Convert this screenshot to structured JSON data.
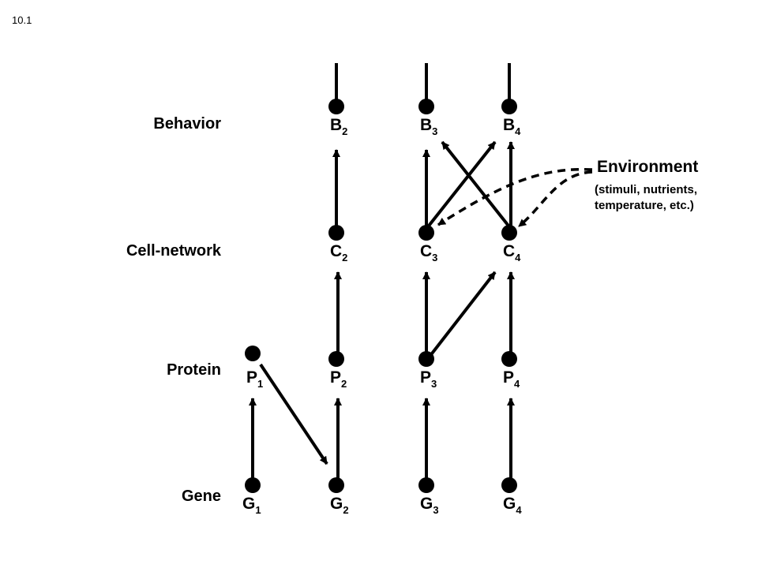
{
  "page_number": "10.1",
  "levels": {
    "behavior": "Behavior",
    "cell_network": "Cell-network",
    "protein": "Protein",
    "gene": "Gene"
  },
  "nodes": {
    "B2": {
      "letter": "B",
      "index": "2"
    },
    "B3": {
      "letter": "B",
      "index": "3"
    },
    "B4": {
      "letter": "B",
      "index": "4"
    },
    "C2": {
      "letter": "C",
      "index": "2"
    },
    "C3": {
      "letter": "C",
      "index": "3"
    },
    "C4": {
      "letter": "C",
      "index": "4"
    },
    "P1": {
      "letter": "P",
      "index": "1"
    },
    "P2": {
      "letter": "P",
      "index": "2"
    },
    "P3": {
      "letter": "P",
      "index": "3"
    },
    "P4": {
      "letter": "P",
      "index": "4"
    },
    "G1": {
      "letter": "G",
      "index": "1"
    },
    "G2": {
      "letter": "G",
      "index": "2"
    },
    "G3": {
      "letter": "G",
      "index": "3"
    },
    "G4": {
      "letter": "G",
      "index": "4"
    }
  },
  "environment": {
    "title": "Environment",
    "line1": "(stimuli, nutrients,",
    "line2": "temperature, etc.)"
  },
  "edges": [
    {
      "from": "G1",
      "to": "P1",
      "style": "solid"
    },
    {
      "from": "P1",
      "to": "G2",
      "style": "solid"
    },
    {
      "from": "G2",
      "to": "P2",
      "style": "solid"
    },
    {
      "from": "G3",
      "to": "P3",
      "style": "solid"
    },
    {
      "from": "G4",
      "to": "P4",
      "style": "solid"
    },
    {
      "from": "P2",
      "to": "C2",
      "style": "solid"
    },
    {
      "from": "P3",
      "to": "C3",
      "style": "solid"
    },
    {
      "from": "P3",
      "to": "C4",
      "style": "solid"
    },
    {
      "from": "P4",
      "to": "C4",
      "style": "solid"
    },
    {
      "from": "C2",
      "to": "B2",
      "style": "solid"
    },
    {
      "from": "C3",
      "to": "B3",
      "style": "solid"
    },
    {
      "from": "C3",
      "to": "B4",
      "style": "solid"
    },
    {
      "from": "C4",
      "to": "B3",
      "style": "solid"
    },
    {
      "from": "C4",
      "to": "B4",
      "style": "solid"
    },
    {
      "from": "Environment",
      "to": "C3",
      "style": "dashed"
    },
    {
      "from": "Environment",
      "to": "C4",
      "style": "dashed"
    }
  ]
}
